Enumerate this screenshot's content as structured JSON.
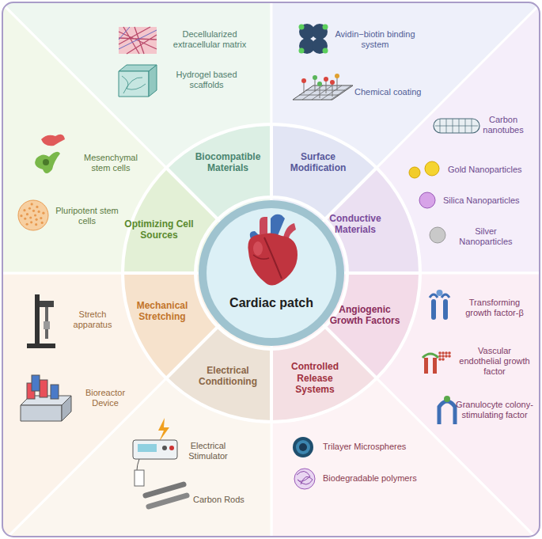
{
  "diagram": {
    "nodes": [
      {
        "text": [
          "Cardiac patch"
        ]
      },
      {
        "text": [
          "Biocompatible Materials"
        ]
      },
      {
        "text": [
          "Surface Modification"
        ]
      },
      {
        "text": [
          "Conductive Materials"
        ]
      },
      {
        "text": [
          "Angiogenic Growth Factors"
        ]
      },
      {
        "text": [
          "Controlled Release Systems"
        ]
      },
      {
        "text": [
          "Electrical Conditioning"
        ]
      },
      {
        "text": [
          "Mechanical Stretching"
        ]
      },
      {
        "text": [
          "Optimizing Cell Sources"
        ]
      },
      {
        "text": [
          "Decellularized extracellular matrix",
          "Hydrogel based scaffolds"
        ]
      },
      {
        "text": [
          "Avidin−biotin binding system",
          "Chemical coating"
        ]
      },
      {
        "text": [
          "Carbon nanotubes",
          "Gold Nanoparticles",
          "Silica Nanoparticles",
          "Silver Nanoparticles"
        ]
      },
      {
        "text": [
          "Transforming growth factor-β",
          "Vascular endothelial growth factor",
          "Granulocyte colony-stimulating factor"
        ]
      },
      {
        "text": [
          "Trilayer Microspheres",
          "Biodegradable polymers"
        ]
      },
      {
        "text": [
          "Electrical Stimulator",
          "Carbon Rods"
        ]
      },
      {
        "text": [
          "Stretch apparatus",
          "Bioreactor Device"
        ]
      },
      {
        "text": [
          "Mesenchymal stem cells",
          "Pluripotent stem cells"
        ]
      }
    ]
  }
}
